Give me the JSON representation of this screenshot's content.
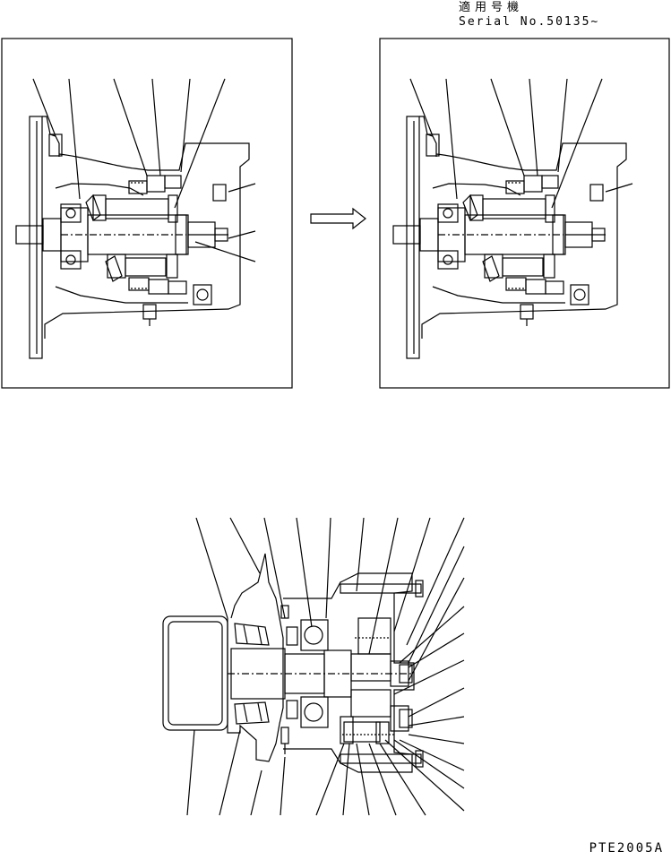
{
  "header": {
    "applicable_title": "適用号機",
    "serial_label": "Serial No.50135~"
  },
  "footer": {
    "figure_code": "PTE2005A"
  },
  "panels": {
    "before": "",
    "after": ""
  }
}
